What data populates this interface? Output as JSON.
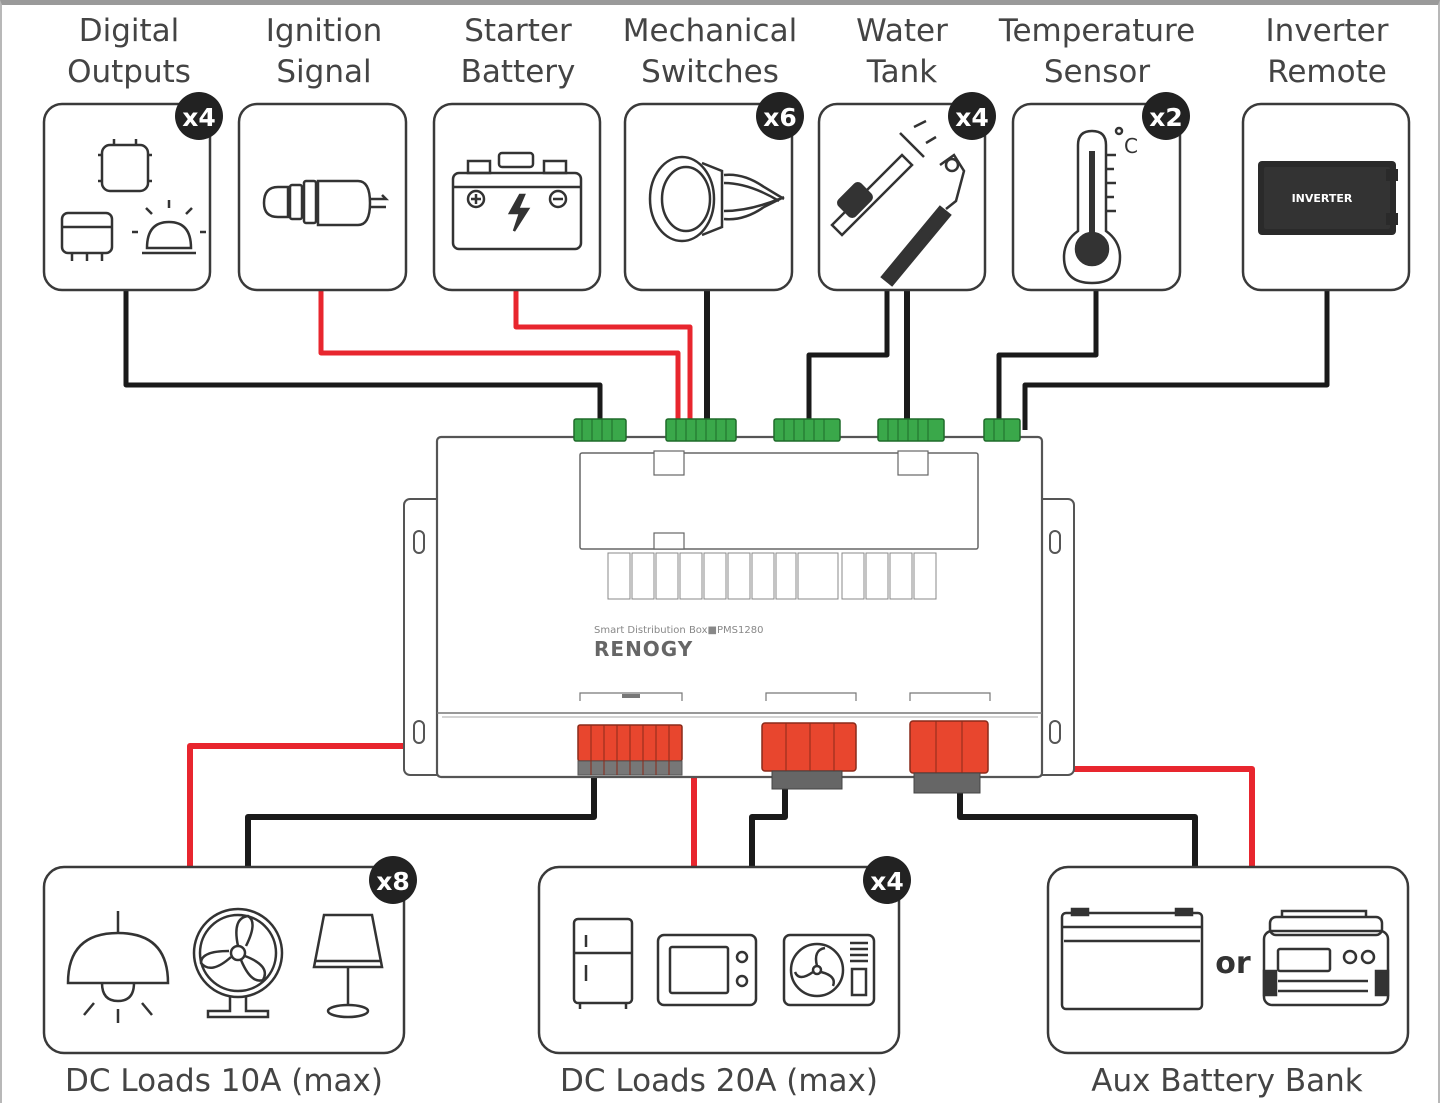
{
  "inputs": [
    {
      "label_line1": "Digital",
      "label_line2": "Outputs",
      "badge": "x4"
    },
    {
      "label_line1": "Ignition",
      "label_line2": "Signal",
      "badge": ""
    },
    {
      "label_line1": "Starter",
      "label_line2": "Battery",
      "badge": ""
    },
    {
      "label_line1": "Mechanical",
      "label_line2": "Switches",
      "badge": "x6"
    },
    {
      "label_line1": "Water",
      "label_line2": "Tank",
      "badge": "x4"
    },
    {
      "label_line1": "Temperature",
      "label_line2": "Sensor",
      "badge": "x2"
    },
    {
      "label_line1": "Inverter",
      "label_line2": "Remote",
      "badge": ""
    }
  ],
  "device": {
    "product_line": "Smart Distribution Box■PMS1280",
    "brand": "RENOGY",
    "inverter_text": "INVERTER"
  },
  "outputs": [
    {
      "label": "DC Loads 10A (max)",
      "badge": "x8"
    },
    {
      "label": "DC Loads 20A (max)",
      "badge": "x4"
    },
    {
      "label": "Aux Battery Bank",
      "badge": "",
      "or_text": "or"
    }
  ],
  "colors": {
    "red": "#e8262e",
    "black": "#1a1a1a",
    "terminal_green": "#3aa84a",
    "terminal_orange": "#e8462e",
    "badge": "#222222"
  }
}
